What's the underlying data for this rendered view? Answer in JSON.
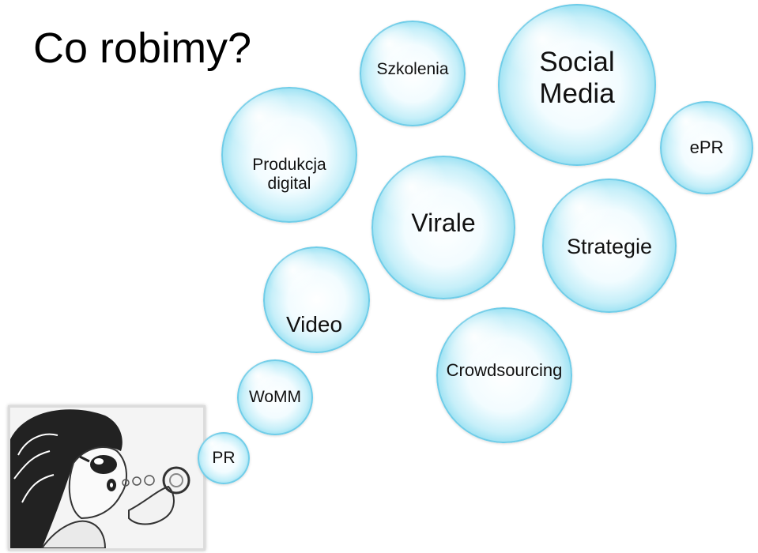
{
  "slide": {
    "title": "Co robimy?"
  },
  "bubbles": {
    "produkcja": "Produkcja\ndigital",
    "szkolenia": "Szkolenia",
    "social_media": "Social\nMedia",
    "epr": "ePR",
    "virale": "Virale",
    "strategie": "Strategie",
    "video": "Video",
    "crowdsourcing": "Crowdsourcing",
    "womm": "WoMM",
    "pr": "PR"
  },
  "colors": {
    "bubble_edge": "#1fa6cf",
    "bubble_mid": "#6fd3ec",
    "text": "#111111"
  }
}
